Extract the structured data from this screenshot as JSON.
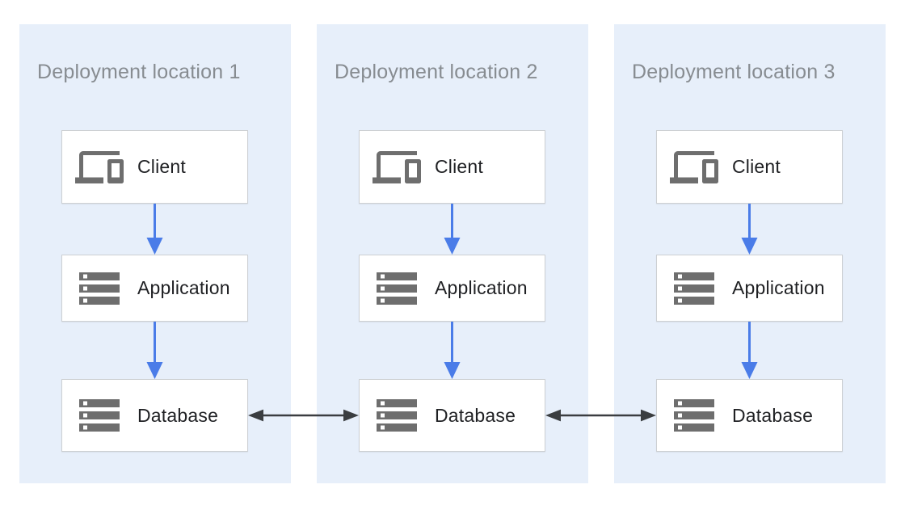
{
  "diagram": {
    "description": "Three deployment locations, each with a Client, Application and Database tier; databases replicate between locations",
    "panels": [
      {
        "title": "Deployment location 1",
        "nodes": [
          {
            "label": "Client",
            "icon": "devices-icon"
          },
          {
            "label": "Application",
            "icon": "server-stack-icon"
          },
          {
            "label": "Database",
            "icon": "server-stack-icon"
          }
        ]
      },
      {
        "title": "Deployment location 2",
        "nodes": [
          {
            "label": "Client",
            "icon": "devices-icon"
          },
          {
            "label": "Application",
            "icon": "server-stack-icon"
          },
          {
            "label": "Database",
            "icon": "server-stack-icon"
          }
        ]
      },
      {
        "title": "Deployment location 3",
        "nodes": [
          {
            "label": "Client",
            "icon": "devices-icon"
          },
          {
            "label": "Application",
            "icon": "server-stack-icon"
          },
          {
            "label": "Database",
            "icon": "server-stack-icon"
          }
        ]
      }
    ],
    "arrows": {
      "flow": "client to application to database, downward",
      "replication": "database to database, bidirectional"
    },
    "colors": {
      "panel_background": "#e7effa",
      "panel_title_text": "#878c91",
      "node_background": "#ffffff",
      "node_border": "#cdd0d3",
      "node_label_text": "#1f2023",
      "icon_gray": "#6e6e6e",
      "flow_arrow_blue": "#4a7ce8",
      "replication_arrow_dark": "#3a3d40"
    }
  }
}
